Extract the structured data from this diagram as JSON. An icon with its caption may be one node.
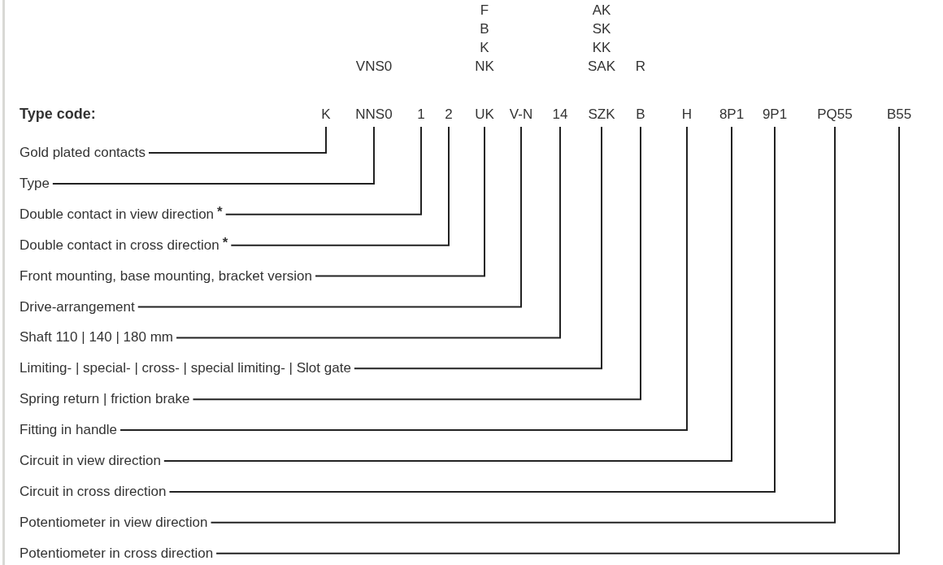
{
  "diagram": {
    "title": "Type code:",
    "nodes": [
      {
        "text": [
          "K"
        ]
      },
      {
        "text": [
          "VNS0",
          "NNS0"
        ]
      },
      {
        "text": [
          "1"
        ]
      },
      {
        "text": [
          "2"
        ]
      },
      {
        "text": [
          "F",
          "B",
          "K",
          "NK",
          "UK"
        ]
      },
      {
        "text": [
          "V-N"
        ]
      },
      {
        "text": [
          "14"
        ]
      },
      {
        "text": [
          "AK",
          "SK",
          "KK",
          "SAK",
          "SZK"
        ]
      },
      {
        "text": [
          "R",
          "B"
        ]
      },
      {
        "text": [
          "H"
        ]
      },
      {
        "text": [
          "8P1"
        ]
      },
      {
        "text": [
          "9P1"
        ]
      },
      {
        "text": [
          "PQ55"
        ]
      },
      {
        "text": [
          "B55"
        ]
      },
      {
        "text": [
          "Gold plated contacts"
        ]
      },
      {
        "text": [
          "Type"
        ]
      },
      {
        "text": [
          "Double contact in view direction"
        ],
        "beside": [
          "*"
        ]
      },
      {
        "text": [
          "Double contact in cross direction"
        ],
        "beside": [
          "*"
        ]
      },
      {
        "text": [
          "Front mounting, base mounting, bracket version"
        ]
      },
      {
        "text": [
          "Drive-arrangement"
        ]
      },
      {
        "text": [
          "Shaft 110 | 140 | 180 mm"
        ]
      },
      {
        "text": [
          "Limiting- | special- | cross- | special limiting- | Slot gate"
        ]
      },
      {
        "text": [
          "Spring return | friction brake"
        ]
      },
      {
        "text": [
          "Fitting in handle"
        ]
      },
      {
        "text": [
          "Circuit in view direction"
        ]
      },
      {
        "text": [
          "Circuit in cross direction"
        ]
      },
      {
        "text": [
          "Potentiometer in view direction"
        ]
      },
      {
        "text": [
          "Potentiometer in cross direction"
        ]
      }
    ],
    "edges": [
      {
        "from": 14,
        "to": 0,
        "arrow": "none"
      },
      {
        "from": 15,
        "to": 1,
        "arrow": "none"
      },
      {
        "from": 16,
        "to": 2,
        "arrow": "none"
      },
      {
        "from": 17,
        "to": 3,
        "arrow": "none"
      },
      {
        "from": 18,
        "to": 4,
        "arrow": "none"
      },
      {
        "from": 19,
        "to": 5,
        "arrow": "none"
      },
      {
        "from": 20,
        "to": 6,
        "arrow": "none"
      },
      {
        "from": 21,
        "to": 7,
        "arrow": "none"
      },
      {
        "from": 22,
        "to": 8,
        "arrow": "none"
      },
      {
        "from": 23,
        "to": 9,
        "arrow": "none"
      },
      {
        "from": 24,
        "to": 10,
        "arrow": "none"
      },
      {
        "from": 25,
        "to": 11,
        "arrow": "none"
      },
      {
        "from": 26,
        "to": 12,
        "arrow": "none"
      },
      {
        "from": 27,
        "to": 13,
        "arrow": "none"
      }
    ]
  }
}
